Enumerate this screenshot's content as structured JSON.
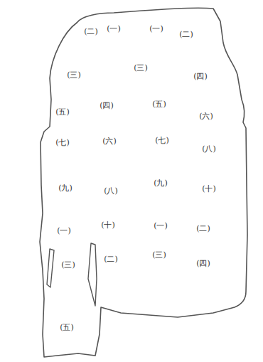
{
  "diagram": {
    "labels": [
      "(二)",
      "(一)",
      "(一)",
      "(二)",
      "(三)",
      "(三)",
      "(四)",
      "(五)",
      "(四)",
      "(五)",
      "(六)",
      "(七)",
      "(六)",
      "(七)",
      "(八)",
      "(九)",
      "(八)",
      "(九)",
      "(十)",
      "(一)",
      "(十)",
      "(一)",
      "(二)",
      "(三)",
      "(二)",
      "(三)",
      "(四)",
      "(五)"
    ]
  }
}
